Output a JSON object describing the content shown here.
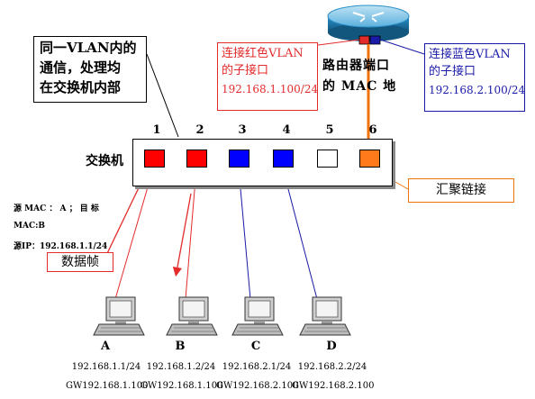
{
  "note": {
    "lines": [
      "同一VLAN内的",
      "通信，处理均",
      "在交换机内部"
    ]
  },
  "router": {
    "label_lines": [
      "路由器端口",
      "的 MAC 地"
    ],
    "red_subif": {
      "title_lines": [
        "连接红色VLAN",
        "的子接口"
      ],
      "ip": "192.168.1.100/24"
    },
    "blue_subif": {
      "title_lines": [
        "连接蓝色VLAN",
        "的子接口"
      ],
      "ip": "192.168.2.100/24"
    }
  },
  "switch": {
    "label": "交换机",
    "ports": [
      {
        "number": "1",
        "color": "#ff0000"
      },
      {
        "number": "2",
        "color": "#ff0000"
      },
      {
        "number": "3",
        "color": "#0000ff"
      },
      {
        "number": "4",
        "color": "#0000ff"
      },
      {
        "number": "5",
        "color": "#ffffff"
      },
      {
        "number": "6",
        "color": "#ff7a1a"
      }
    ]
  },
  "trunk_label": "汇聚链接",
  "frame": {
    "label": "数据帧",
    "info_lines": [
      "源 MAC ： A ； 目 标",
      "MAC:B",
      "源IP：192.168.1.1/24"
    ]
  },
  "hosts": [
    {
      "letter": "A",
      "ip": "192.168.1.1/24",
      "gw": "GW192.168.1.100"
    },
    {
      "letter": "B",
      "ip": "192.168.1.2/24",
      "gw": "GW192.168.1.100"
    },
    {
      "letter": "C",
      "ip": "192.168.2.1/24",
      "gw": "GW192.168.2.100"
    },
    {
      "letter": "D",
      "ip": "192.168.2.2/24",
      "gw": "GW192.168.2.100"
    }
  ],
  "colors": {
    "red_vlan": "#e32b2b",
    "blue_vlan": "#1a1aa8",
    "trunk": "#f0720b",
    "router_body": "#2a8fc7"
  }
}
